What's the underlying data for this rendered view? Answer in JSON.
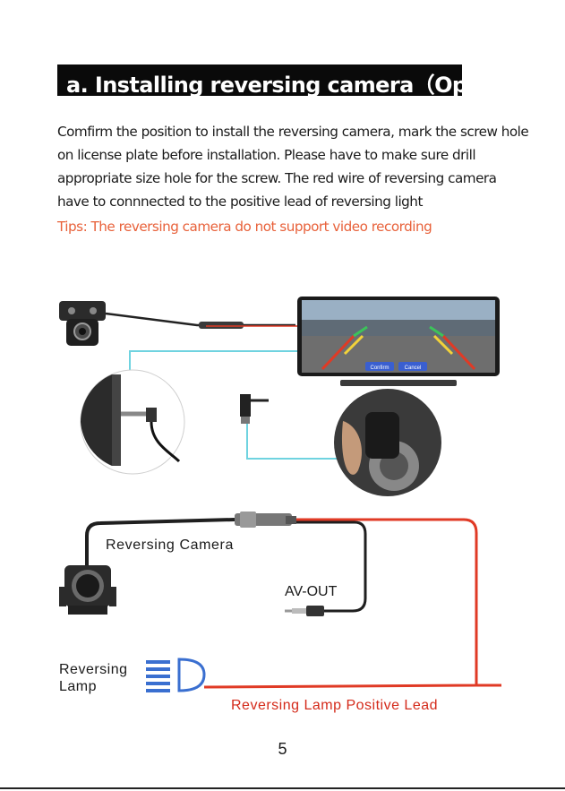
{
  "section": {
    "title": "a. Installing reversing camera（Optional）"
  },
  "instructions": {
    "lines": [
      "Comfirm the position to install the reversing camera, mark the screw hole",
      "on license plate before installation. Please have to make sure drill",
      "appropriate size hole for the screw. The red wire of reversing camera",
      "have to connnected to the positive lead of reversing light"
    ],
    "tip": "Tips: The reversing camera do not support video recording"
  },
  "screen": {
    "confirm_label": "Confirm",
    "cancel_label": "Cancel"
  },
  "wiring": {
    "camera_label": "Reversing Camera",
    "av_out_label": "AV-OUT",
    "lamp_label_line1": "Reversing",
    "lamp_label_line2": "Lamp",
    "lead_label": "Reversing Lamp Positive Lead"
  },
  "colors": {
    "title_bg": "#0a0a0a",
    "tip": "#e8613a",
    "red_wire": "#e03a25",
    "connector_line": "#6fd3e0",
    "lamp_icon": "#3a6fd0"
  },
  "page": {
    "number": "5"
  }
}
